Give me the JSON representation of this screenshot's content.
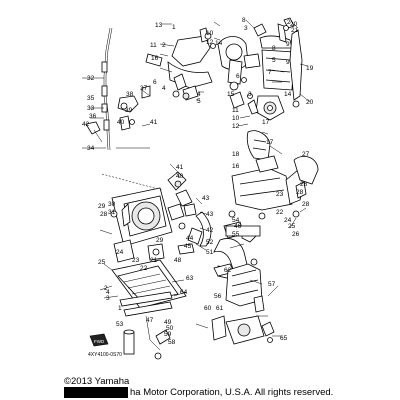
{
  "diagram": {
    "id_code": "4XY4100-0S70",
    "arrow_label": "FWD",
    "copyright_line1": "©2013 Yamaha",
    "copyright_line2": "ha Motor Corporation, U.S.A. All rights reserved.",
    "callouts": [
      "1",
      "2",
      "3",
      "4",
      "5",
      "6",
      "7",
      "8",
      "9",
      "10",
      "11",
      "12",
      "13",
      "14",
      "15",
      "16",
      "17",
      "18",
      "19",
      "20",
      "21",
      "22",
      "23",
      "24",
      "25",
      "26",
      "27",
      "28",
      "29",
      "30",
      "31",
      "32",
      "33",
      "34",
      "35",
      "36",
      "37",
      "38",
      "39",
      "40",
      "41",
      "42",
      "43",
      "44",
      "45",
      "46",
      "47",
      "48",
      "49",
      "50",
      "51",
      "52",
      "53",
      "54",
      "55",
      "56",
      "57",
      "58",
      "59",
      "60",
      "61",
      "62",
      "63",
      "64",
      "65"
    ]
  }
}
